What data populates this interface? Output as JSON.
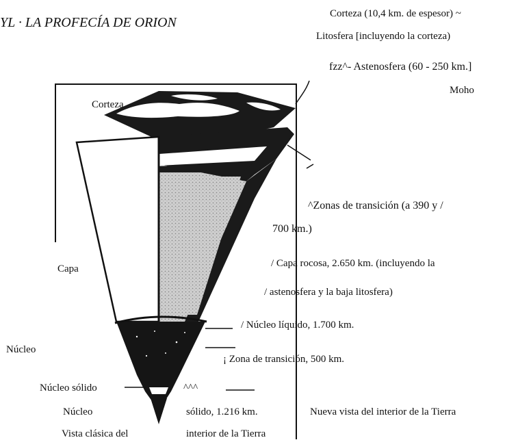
{
  "header": {
    "running_title": "YL · LA PROFECÍA DE ORION"
  },
  "labels": {
    "corteza_top": "Corteza (10,4 km. de espesor) ~",
    "litosfera": "Litosfera [incluyendo la corteza)",
    "astenosfera": "fzz^- Astenosfera (60 - 250 km.]",
    "moho": "Moho",
    "corteza_left": "Corteza",
    "zonas_l1": "^Zonas de transición   (a 390 y /",
    "zonas_l2": "700 km.)",
    "capa_rocosa_l1": "/ Capa rocosa, 2.650 km. (incluyendo la",
    "capa_rocosa_l2": "/      astenosfera y la baja litosfera)",
    "capa_left": "Capa",
    "nucleo_liquido": "/   Núcleo líquido, 1.700 km.",
    "nucleo_left": "Núcleo",
    "zona_transicion": "¡ Zona de transición, 500 km.",
    "nucleo_solido_left": "Núcleo sólido",
    "carets": "^^^",
    "nucleo_bottom": "Núcleo",
    "solido_km": "sólido, 1.216 km.",
    "nueva_vista": "Nueva vista del interior de la Tierra",
    "vista_clasica": "Vista clásica del",
    "interior_tierra": "interior de la Tierra"
  },
  "colors": {
    "ink": "#111111",
    "paper": "#ffffff",
    "mantle": "#c8c8c8"
  }
}
